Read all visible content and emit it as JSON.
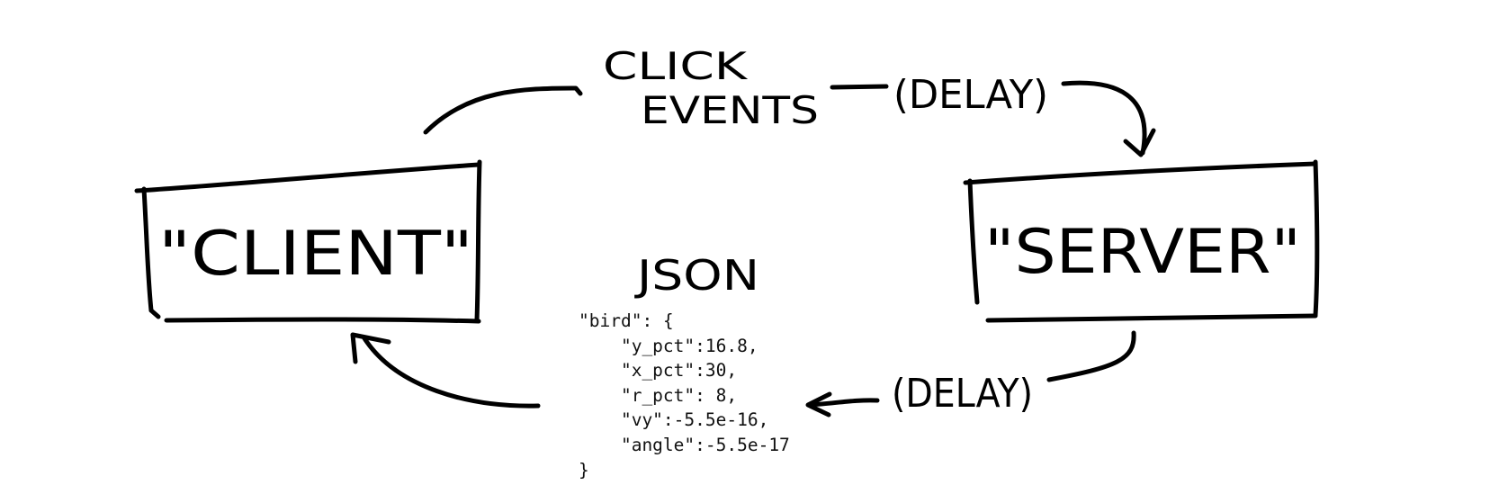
{
  "labels": {
    "client": "\"CLIENT\"",
    "server": "\"SERVER\"",
    "click_events_line1": "CLICK",
    "click_events_line2": "EVENTS",
    "delay_top": "(DELAY)",
    "delay_bottom": "(DELAY)",
    "json_title": "JSON"
  },
  "json_payload": "\"bird\": {\n    \"y_pct\":16.8,\n    \"x_pct\":30,\n    \"r_pct\": 8,\n    \"vy\":-5.5e-16,\n    \"angle\":-5.5e-17\n}",
  "style": {
    "ink_color": "#000000",
    "background": "#ffffff"
  }
}
